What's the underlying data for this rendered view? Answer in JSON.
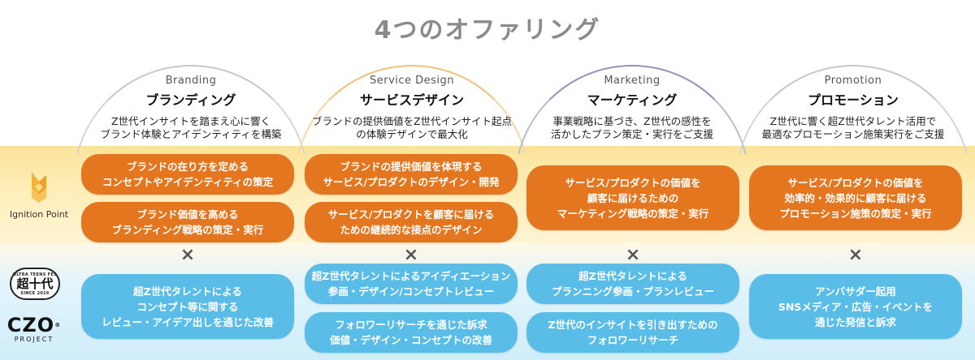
{
  "title": "4つのオファリング",
  "logos": {
    "ignition_point": "Ignition Point",
    "cho_badge_small": "ULTRA TEENS FES",
    "cho_badge_main": "超十代",
    "cho_badge_year": "SINCE 2016",
    "czo_main": "CZO",
    "czo_reg": "®",
    "czo_sub": "PROJECT"
  },
  "times_symbol": "×",
  "columns": [
    {
      "en": "Branding",
      "ja": "ブランディング",
      "desc": [
        "Z世代インサイトを踏まえ心に響く",
        "ブランド体験とアイデンティティを構築"
      ],
      "orange": [
        [
          "ブランドの在り方を定める",
          "コンセプトやアイデンティティの策定"
        ],
        [
          "ブランド価値を高める",
          "ブランディング戦略の策定・実行"
        ]
      ],
      "blue": [
        [
          "超Z世代タレントによる",
          "コンセプト等に関する",
          "レビュー・アイデア出しを通じた改善"
        ]
      ]
    },
    {
      "en": "Service Design",
      "ja": "サービスデザイン",
      "desc": [
        "ブランドの提供価値をZ世代インサイト起点",
        "の体験デザインで最大化"
      ],
      "orange": [
        [
          "ブランドの提供価値を体現する",
          "サービス/プロダクトのデザイン・開発"
        ],
        [
          "サービス/プロダクトを顧客に届ける",
          "ための継続的な接点のデザイン"
        ]
      ],
      "blue": [
        [
          "超Z世代タレントによるアイディエーション",
          "参画・デザイン/コンセプトレビュー"
        ],
        [
          "フォロワーリサーチを通じた訴求",
          "価値・デザイン・コンセプトの改善"
        ]
      ]
    },
    {
      "en": "Marketing",
      "ja": "マーケティング",
      "desc": [
        "事業戦略に基づき、Z世代の感性を",
        "活かしたプラン策定・実行をご支援"
      ],
      "orange": [
        [
          "サービス/プロダクトの価値を",
          "顧客に届けるための",
          "マーケティング戦略の策定・実行"
        ]
      ],
      "blue": [
        [
          "超Z世代タレントによる",
          "プランニング参画・プランレビュー"
        ],
        [
          "Z世代のインサイトを引き出すための",
          "フォロワーリサーチ"
        ]
      ]
    },
    {
      "en": "Promotion",
      "ja": "プロモーション",
      "desc": [
        "Z世代に響く超Z世代タレント活用で",
        "最適なプロモーション施策実行をご支援"
      ],
      "orange": [
        [
          "サービス/プロダクトの価値を",
          "効率的・効果的に顧客に届ける",
          "プロモーション施策の策定・実行"
        ]
      ],
      "blue": [
        [
          "アンバサダー起用",
          "SNSメディア・広告・イベントを",
          "通じた発信と訴求"
        ]
      ]
    }
  ]
}
